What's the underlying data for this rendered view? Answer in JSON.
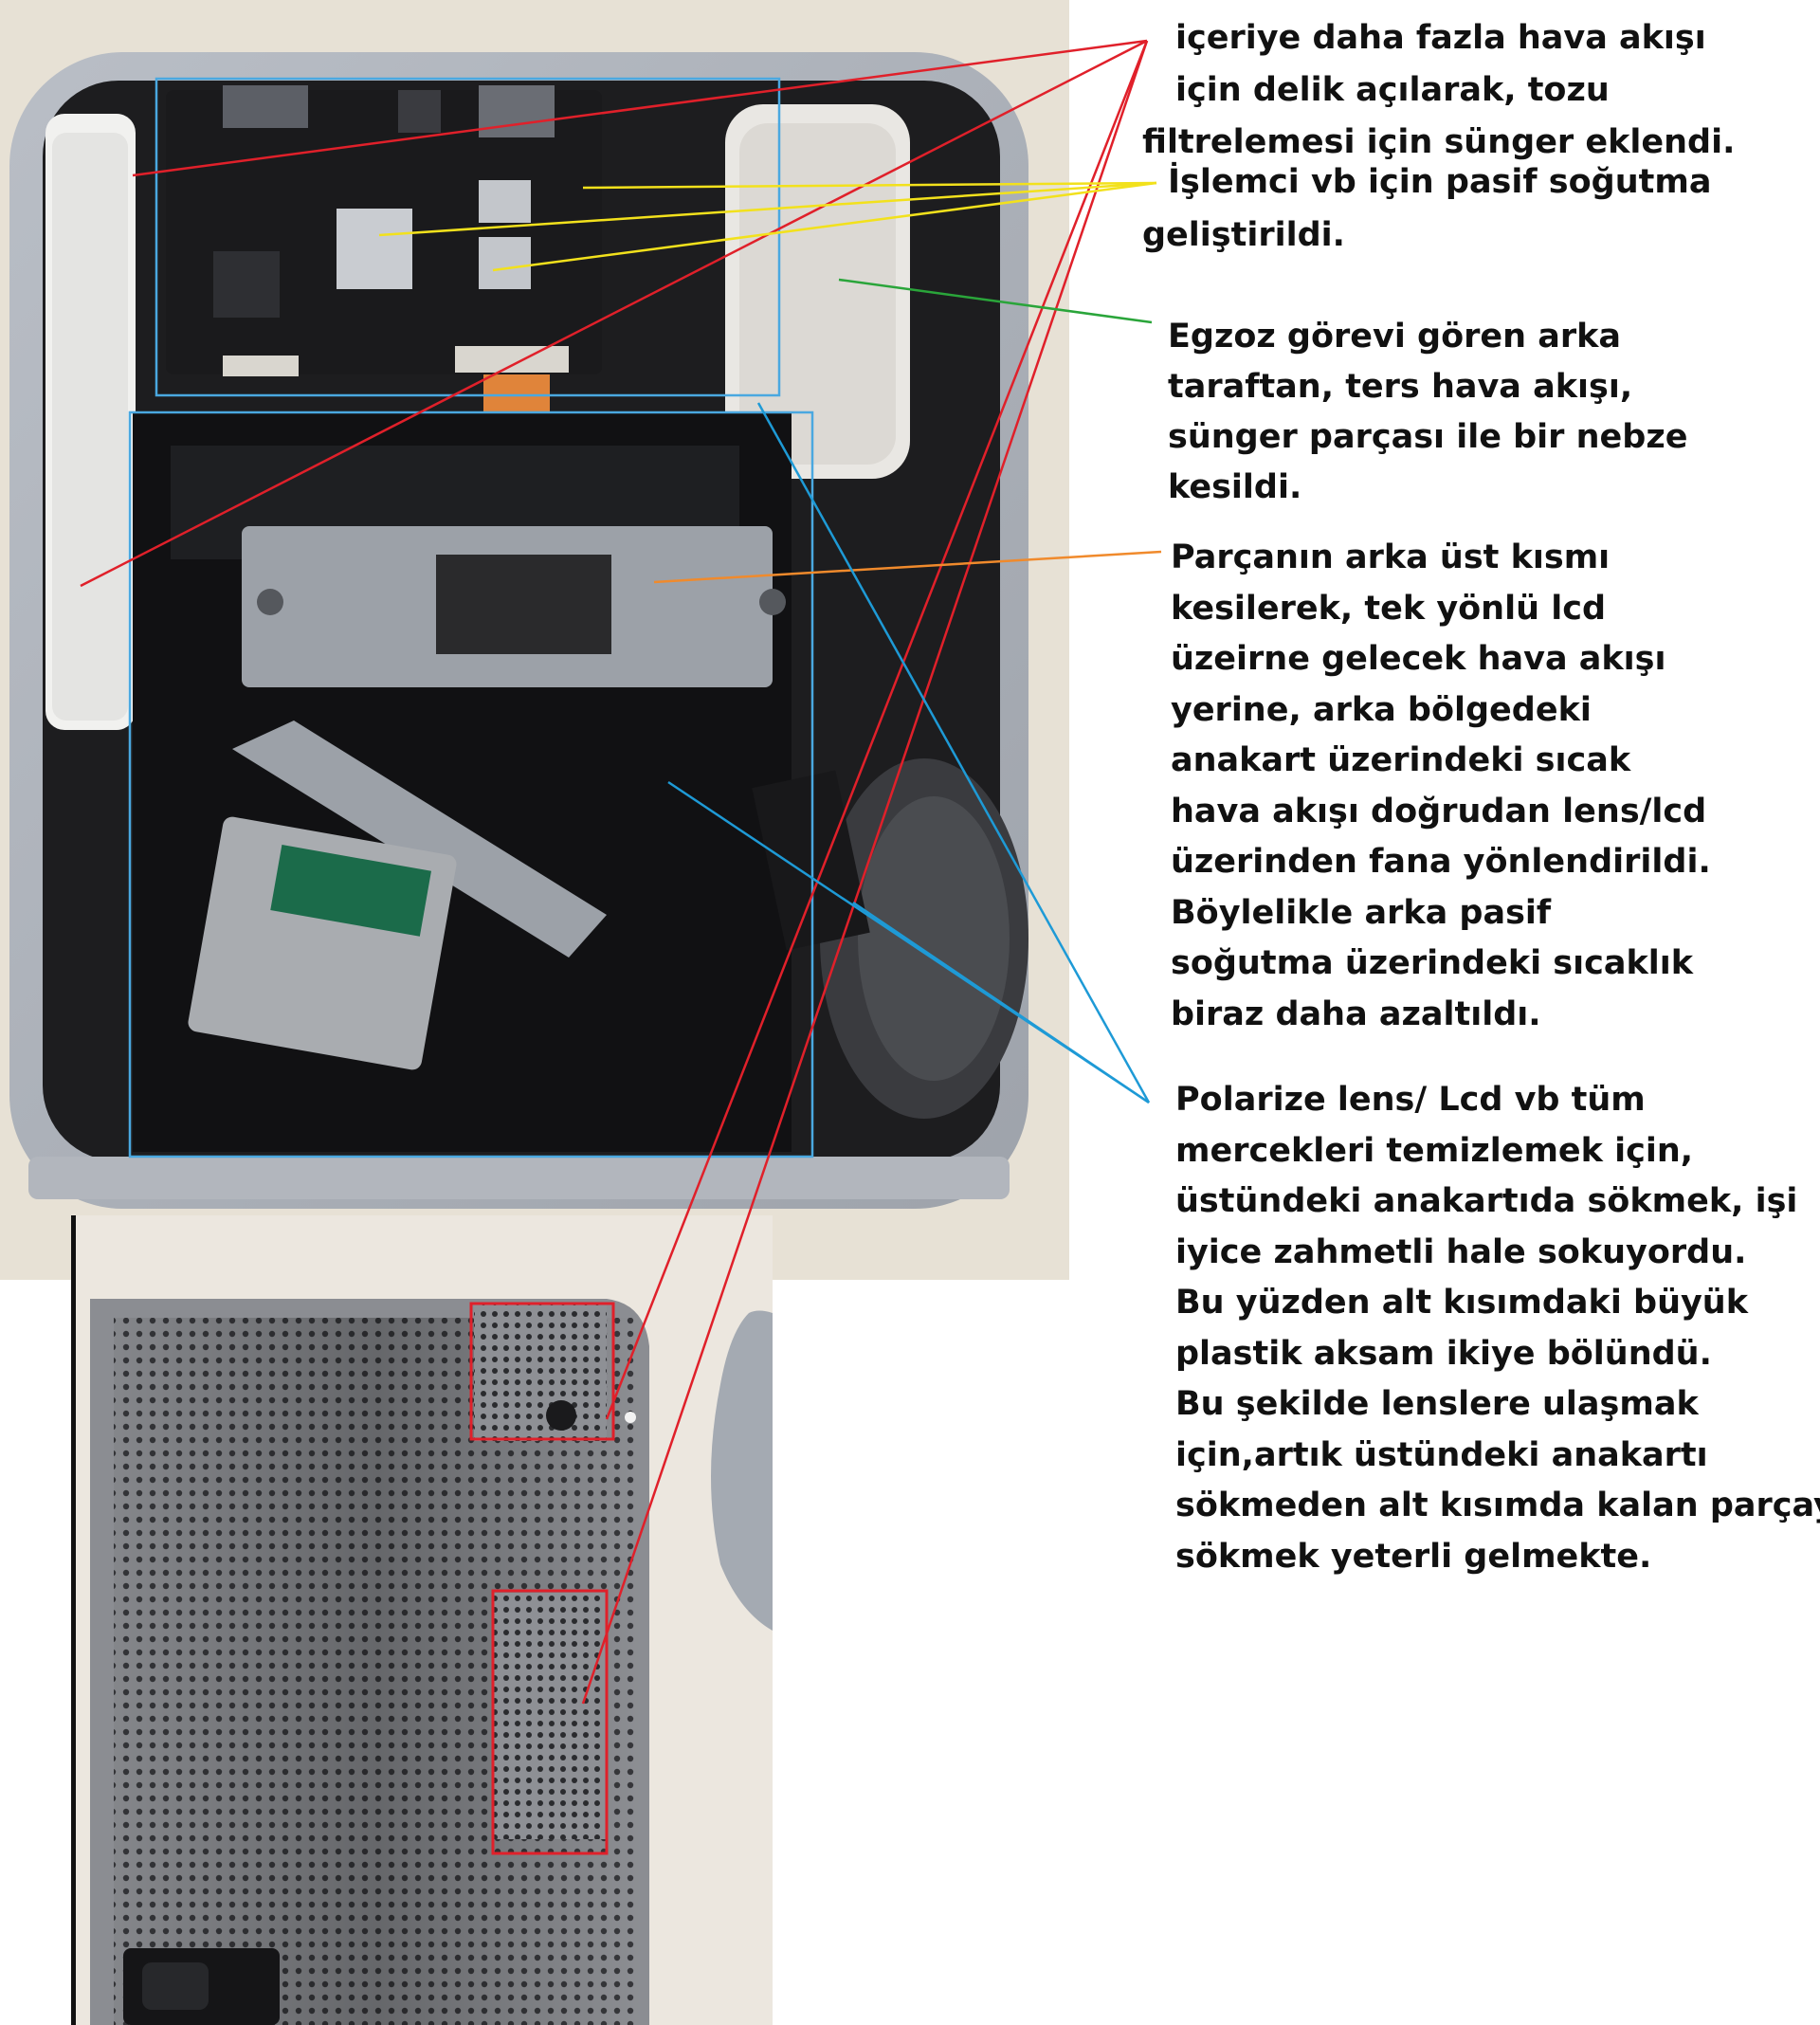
{
  "annotations": [
    {
      "id": "airflow-holes",
      "lines": [
        "içeriye daha fazla hava akışı",
        "için delik açılarak, tozu",
        "filtrelemesi için sünger eklendi."
      ]
    },
    {
      "id": "passive-cooling",
      "lines": [
        "İşlemci vb için pasif soğutma",
        "geliştirildi."
      ]
    },
    {
      "id": "exhaust-sponge",
      "lines": [
        "Egzoz görevi gören arka",
        "taraftan, ters hava akışı,",
        "sünger parçası ile bir nebze",
        "kesildi."
      ]
    },
    {
      "id": "airflow-redirect",
      "lines": [
        "Parçanın arka üst kısmı",
        "kesilerek, tek yönlü lcd",
        "üzeirne gelecek hava akışı",
        "yerine, arka bölgedeki",
        "anakart üzerindeki sıcak",
        "hava akışı doğrudan lens/lcd",
        "üzerinden fana yönlendirildi.",
        "Böylelikle arka pasif",
        "soğutma üzerindeki sıcaklık",
        "biraz daha azaltıldı."
      ]
    },
    {
      "id": "lens-access",
      "lines": [
        "Polarize lens/ Lcd vb tüm",
        "mercekleri temizlemek için,",
        "üstündeki anakartıda sökmek, işi",
        "iyice zahmetli hale sokuyordu.",
        "Bu yüzden alt kısımdaki büyük",
        "plastik aksam ikiye bölündü.",
        "Bu şekilde lenslere ulaşmak",
        "için,artık üstündeki anakartı",
        "sökmeden alt kısımda kalan parçayı",
        "sökmek yeterli gelmekte."
      ]
    }
  ],
  "colors": {
    "red": "#e0202a",
    "yellow": "#f2e11c",
    "green": "#2aa53a",
    "orange": "#f08a2c",
    "blue": "#1e9ad6",
    "box_blue": "#4aa8e0"
  },
  "photos": {
    "top": {
      "description_icon": "projector-interior-photo"
    },
    "bottom": {
      "description_icon": "projector-vent-panel-photo"
    }
  }
}
